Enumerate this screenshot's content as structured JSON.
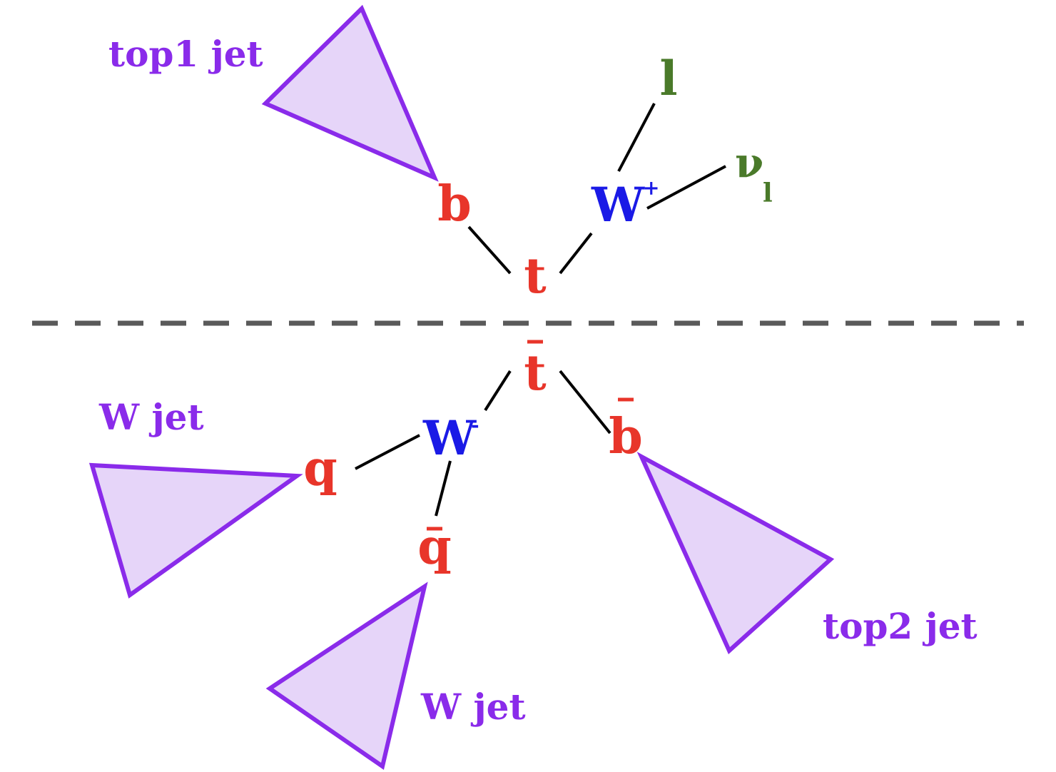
{
  "colors": {
    "quark": "#E8352A",
    "boson": "#1A1AE6",
    "lepton": "#4A7A2A",
    "jet_stroke": "#8A2BEA",
    "jet_fill": "#E6D5F9",
    "jet_label": "#8A2BEA",
    "divider": "#5A5A5A",
    "line": "#000000"
  },
  "particles": {
    "top": "t",
    "bottom": "b",
    "w_plus": "W",
    "w_plus_charge": "+",
    "lepton": "l",
    "neutrino": "ν",
    "neutrino_subscript": "l",
    "anti_top": "t",
    "anti_bottom": "b",
    "w_minus": "W",
    "w_minus_charge": "-",
    "quark": "q",
    "anti_quark": "q"
  },
  "jets": {
    "top1": "top1 jet",
    "top2": "top2 jet",
    "w_jet_left": "W jet",
    "w_jet_bottom": "W jet"
  }
}
